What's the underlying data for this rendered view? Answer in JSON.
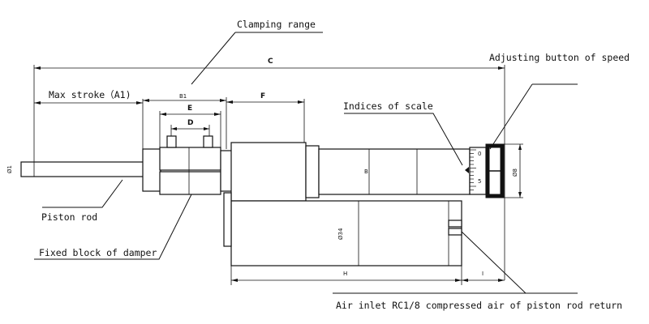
{
  "labels": {
    "clamping_range": "Clamping range",
    "adjusting_button": "Adjusting button of speed",
    "max_stroke": "Max stroke（A1)",
    "indices_of_scale": "Indices of scale",
    "piston_rod": "Piston rod",
    "fixed_block": "Fixed block of damper",
    "air_inlet": "Air inlet RC1/8 compressed air of piston rod return"
  },
  "dimensions": {
    "C": "C",
    "B1": "B1",
    "E": "E",
    "D": "D",
    "F": "F",
    "B": "B",
    "H": "H",
    "I": "I",
    "d1": "Ø1",
    "d34": "Ø34",
    "d8": "Ø8"
  },
  "scale": {
    "mark0": "0",
    "mark5": "5"
  }
}
